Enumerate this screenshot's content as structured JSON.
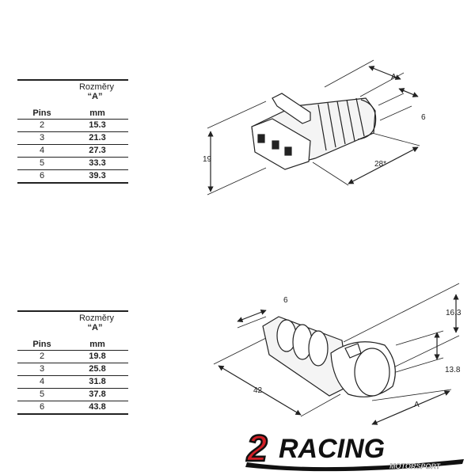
{
  "table1": {
    "header_line1": "Rozměry",
    "header_line2": "“A”",
    "col_pins": "Pins",
    "col_unit": "mm",
    "rows": [
      {
        "pins": "2",
        "mm": "15.3"
      },
      {
        "pins": "3",
        "mm": "21.3"
      },
      {
        "pins": "4",
        "mm": "27.3"
      },
      {
        "pins": "5",
        "mm": "33.3"
      },
      {
        "pins": "6",
        "mm": "39.3"
      }
    ]
  },
  "table2": {
    "header_line1": "Rozměry",
    "header_line2": "“A”",
    "col_pins": "Pins",
    "col_unit": "mm",
    "rows": [
      {
        "pins": "2",
        "mm": "19.8"
      },
      {
        "pins": "3",
        "mm": "25.8"
      },
      {
        "pins": "4",
        "mm": "31.8"
      },
      {
        "pins": "5",
        "mm": "37.8"
      },
      {
        "pins": "6",
        "mm": "43.8"
      }
    ]
  },
  "drawing1": {
    "dim_a": "A",
    "dim_6": "6",
    "dim_19": "19",
    "dim_28": "28*"
  },
  "drawing2": {
    "dim_6": "6",
    "dim_16_3": "16.3",
    "dim_13_8": "13.8",
    "dim_42": "42",
    "dim_a": "A"
  },
  "logo": {
    "numeral": "2",
    "word": "RACING",
    "sub": "MOTORSPORT",
    "colors": {
      "red": "#d21f26",
      "black": "#111111"
    }
  }
}
